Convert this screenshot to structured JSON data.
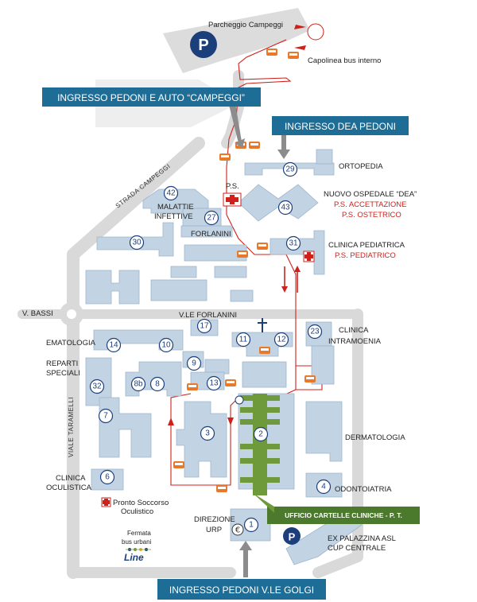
{
  "banners": {
    "campeggi": "INGRESSO PEDONI E AUTO “CAMPEGGI”",
    "dea": "INGRESSO DEA PEDONI",
    "golgi": "INGRESSO PEDONI V.LE GOLGI"
  },
  "top": {
    "parking_label": "Parcheggio Campeggi",
    "parking_symbol": "P",
    "bus_terminal": "Capolinea bus interno"
  },
  "roads": {
    "strada_campeggi": "STRADA CAMPEGGI",
    "viale_taramelli": "VIALE TARAMELLI",
    "v_bassi": "V. BASSI",
    "vle_forlanini": "V.LE FORLANINI"
  },
  "labels": {
    "ortopedia": "ORTOPEDIA",
    "ps": "P.S.",
    "nuovo_ospedale": "NUOVO OSPEDALE “DEA”",
    "ps_accettazione": "P.S. ACCETTAZIONE",
    "ps_ostetrico": "P.S. OSTETRICO",
    "malattie": "MALATTIE",
    "infettive": "INFETTIVE",
    "forlanini": "FORLANINI",
    "clinica_pediatrica": "CLINICA PEDIATRICA",
    "ps_pediatrico": "P.S. PEDIATRICO",
    "ematologia": "EMATOLOGIA",
    "reparti": "REPARTI",
    "speciali": "SPECIALI",
    "clinica": "CLINICA",
    "intramoenia": "INTRAMOENIA",
    "dermatologia": "DERMATOLOGIA",
    "odontoiatria": "ODONTOIATRIA",
    "clinica_oculistica_1": "CLINICA",
    "clinica_oculistica_2": "OCULISTICA",
    "ps_oculistico_1": "Pronto Soccorso",
    "ps_oculistico_2": "Oculistico",
    "direzione": "DIREZIONE",
    "urp": "URP",
    "euro": "€",
    "ex_palazzina": "EX PALAZZINA ASL",
    "cup": "CUP CENTRALE",
    "fermata_1": "Fermata",
    "fermata_2": "bus urbani",
    "line_logo": "Line",
    "ufficio": "UFFICIO CARTELLE CLINICHE -  P. T.",
    "parking_bottom": "P"
  },
  "buildings": [
    "42",
    "27",
    "30",
    "29",
    "43",
    "31",
    "17",
    "11",
    "12",
    "23",
    "14",
    "10",
    "9",
    "32",
    "8b",
    "8",
    "13",
    "7",
    "3",
    "2",
    "6",
    "4",
    "1"
  ],
  "colors": {
    "banner": "#1e6d96",
    "road": "#d9d9d9",
    "building": "#c2d3e3",
    "building_stroke": "#9fb6cc",
    "green": "#6f9a3c",
    "red": "#d0201a",
    "number_circle": "#1c3e7a",
    "bus": "#e8782a"
  },
  "icons": [
    "parking-icon",
    "bus-icon",
    "red-cross-icon",
    "church-cross-icon",
    "euro-icon",
    "arrow-icon"
  ]
}
